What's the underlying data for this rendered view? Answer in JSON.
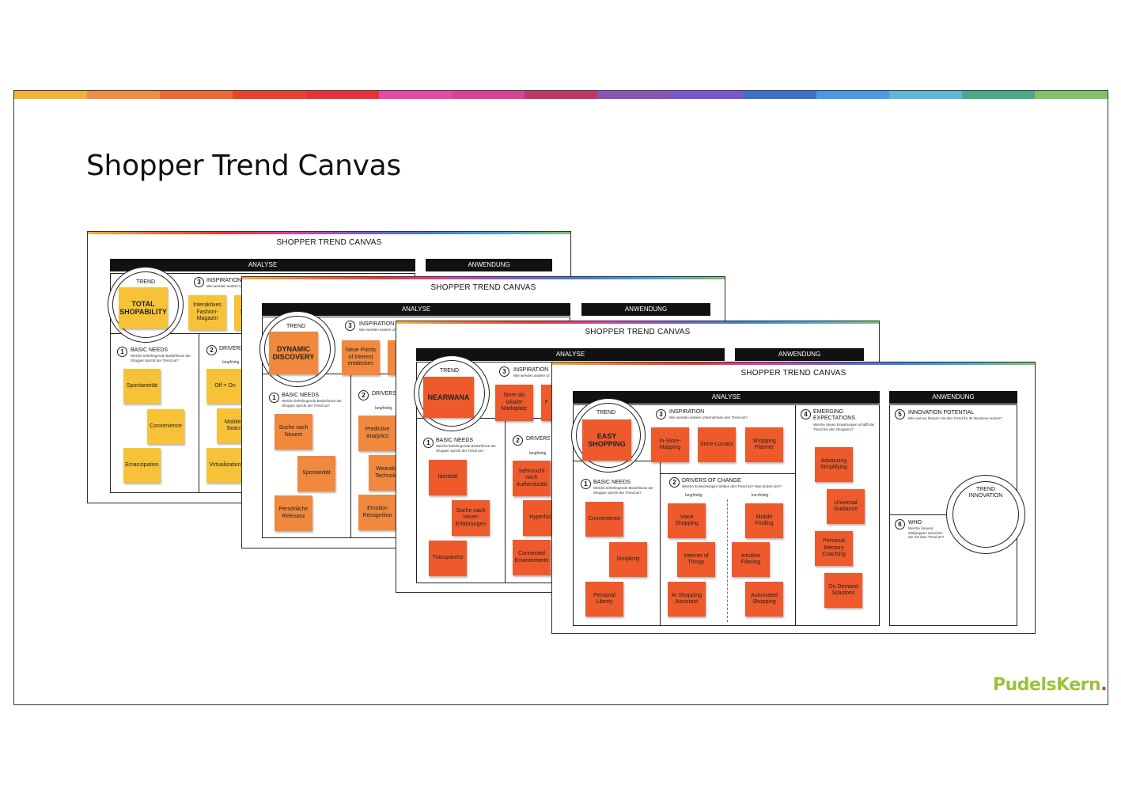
{
  "slide_title": "Shopper Trend Canvas",
  "logo": {
    "text": "PudelsKern",
    "dot": "."
  },
  "rainbow_colors": [
    "#f3b23a",
    "#ef8e45",
    "#ee6a33",
    "#e8432d",
    "#e8323a",
    "#e64aa7",
    "#d74493",
    "#c13467",
    "#8a54b5",
    "#7a57d0",
    "#3f6fc8",
    "#4d98e2",
    "#5db7d6",
    "#4ba889",
    "#7fc36d"
  ],
  "canvas_title": "SHOPPER TREND CANVAS",
  "labels": {
    "analyse": "ANALYSE",
    "anwendung": "ANWENDUNG",
    "trend": "TREND",
    "inspiration": "INSPIRATION",
    "inspiration_sub": "Wie wenden andere Unternehmen den Trend an?",
    "basic_needs": "BASIC NEEDS",
    "basic_needs_sub": "Welche tieferliegende Bedürfnisse der Shopper spricht der Trend an?",
    "drivers": "DRIVERS OF CHANGE",
    "drivers_sub": "Welche Entwicklungen treiben den Trend an? Was ändert sich?",
    "langfristig": "langfristig",
    "kurzfristig": "kurzfristig",
    "emerging": "EMERGING EXPECTATIONS",
    "emerging_sub": "Welche neuen Erwartungen schafft der Trend bei den Shoppern?",
    "innovation_potential": "INNOVATION POTENTIAL",
    "innovation_potential_sub": "Wie und wo können Sie den Trend für Ihr Business nutzen?",
    "trend_innovation": "TREND INNOVATION",
    "who": "WHO",
    "who_sub": "Welche (neuen) Zielgruppen sprechen Sie mit dem Trend an?"
  },
  "canvases": [
    {
      "trend": "TOTAL SHOPABILITY",
      "color": "yellow",
      "inspiration": [
        "Interaktives Fashion-Magazin",
        "S"
      ],
      "basic_needs": [
        "Spontaneität",
        "Convenience",
        "Emanzipation"
      ],
      "drivers": [
        "Off = On",
        "Mobile V Search",
        "Virtualization"
      ]
    },
    {
      "trend": "DYNAMIC DISCOVERY",
      "color": "orange",
      "inspiration": [
        "Neue Points of Interest entdecken",
        ""
      ],
      "basic_needs": [
        "Suche nach Neuem",
        "Spontanität",
        "Persönliche Relevanz"
      ],
      "drivers": [
        "Predictive Analytics",
        "Wearable Technolog",
        "Emotion Recognition"
      ]
    },
    {
      "trend": "NEARWANA",
      "color": "red",
      "inspiration": [
        "Store als lokaler Marktplatz",
        "F"
      ],
      "basic_needs": [
        "Identität",
        "Suche nach neuen Erfahrungen",
        "Transparenz"
      ],
      "drivers": [
        "Sehnsucht nach Authentizität",
        "Hyperloca",
        "Connected Environments"
      ]
    },
    {
      "trend": "EASY SHOPPING",
      "color": "red",
      "inspiration": [
        "In-Store-Mapping",
        "Store-Locator",
        "Shopping Planner"
      ],
      "basic_needs": [
        "Convenience",
        "Simplicity",
        "Personal Liberty"
      ],
      "drivers_long": [
        "Voice Shopping",
        "Internet of Things",
        "AI Shopping Assistant"
      ],
      "drivers_short": [
        "Mobile Finding",
        "Intuitive Filtering",
        "Automated Shopping"
      ],
      "emerging": [
        "Advancing Simplifying",
        "Universal Guidance",
        "Personal Memory Coaching",
        "On Demand Solutions"
      ]
    }
  ]
}
